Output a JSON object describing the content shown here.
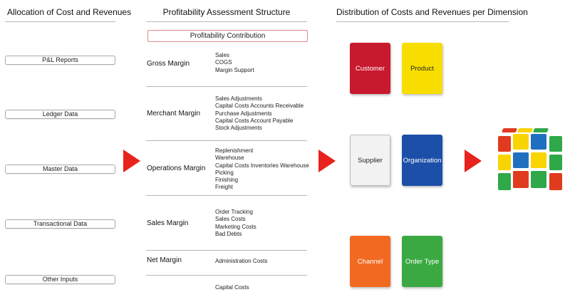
{
  "headers": {
    "allocation": "Allocation of Cost and Revenues",
    "profitability": "Profitability Assessment Structure",
    "distribution": "Distribution of Costs and Revenues per Dimension"
  },
  "left_boxes": [
    "P&L Reports",
    "Ledger Data",
    "Master Data",
    "Transactional Data",
    "Other Inputs"
  ],
  "contribution_label": "Profitability Contribution",
  "margins": [
    {
      "name": "Gross Margin",
      "items": [
        "Sales",
        "COGS",
        "Margin Support"
      ]
    },
    {
      "name": "Merchant Margin",
      "items": [
        "Sales Adjustments",
        "Capital Costs Accounts Receivable",
        "Purchase Adjustments",
        "Capital Costs Account Payable",
        "Stock Adjustments"
      ]
    },
    {
      "name": "Operations Margin",
      "items": [
        "Replenishment",
        "Warehouse",
        "Capital Costs Inventories Warehouse",
        "Picking",
        "Finishing",
        "Freight"
      ]
    },
    {
      "name": "Sales Margin",
      "items": [
        "Order Tracking",
        "Sales Costs",
        "Marketing Costs",
        "Bad Debts"
      ]
    },
    {
      "name": "Net Margin",
      "items": [
        "Administration Costs"
      ]
    },
    {
      "name": "",
      "items": [
        "Capital Costs"
      ]
    }
  ],
  "dimensions": [
    {
      "label": "Customer",
      "color": "#c8192e",
      "text_color": "#ffffff"
    },
    {
      "label": "Product",
      "color": "#f8de00",
      "text_color": "#222222"
    },
    {
      "label": "Supplier",
      "color": "#f2f2f2",
      "text_color": "#222222"
    },
    {
      "label": "Organization",
      "color": "#1c4fa8",
      "text_color": "#ffffff"
    },
    {
      "label": "Channel",
      "color": "#f26a22",
      "text_color": "#ffffff"
    },
    {
      "label": "Order Type",
      "color": "#3ba942",
      "text_color": "#ffffff"
    }
  ],
  "colors": {
    "arrow": "#e8221c",
    "cube": [
      "#e03a1f",
      "#f8d400",
      "#1f6fc0",
      "#2fa84a",
      "#ffffff"
    ]
  }
}
